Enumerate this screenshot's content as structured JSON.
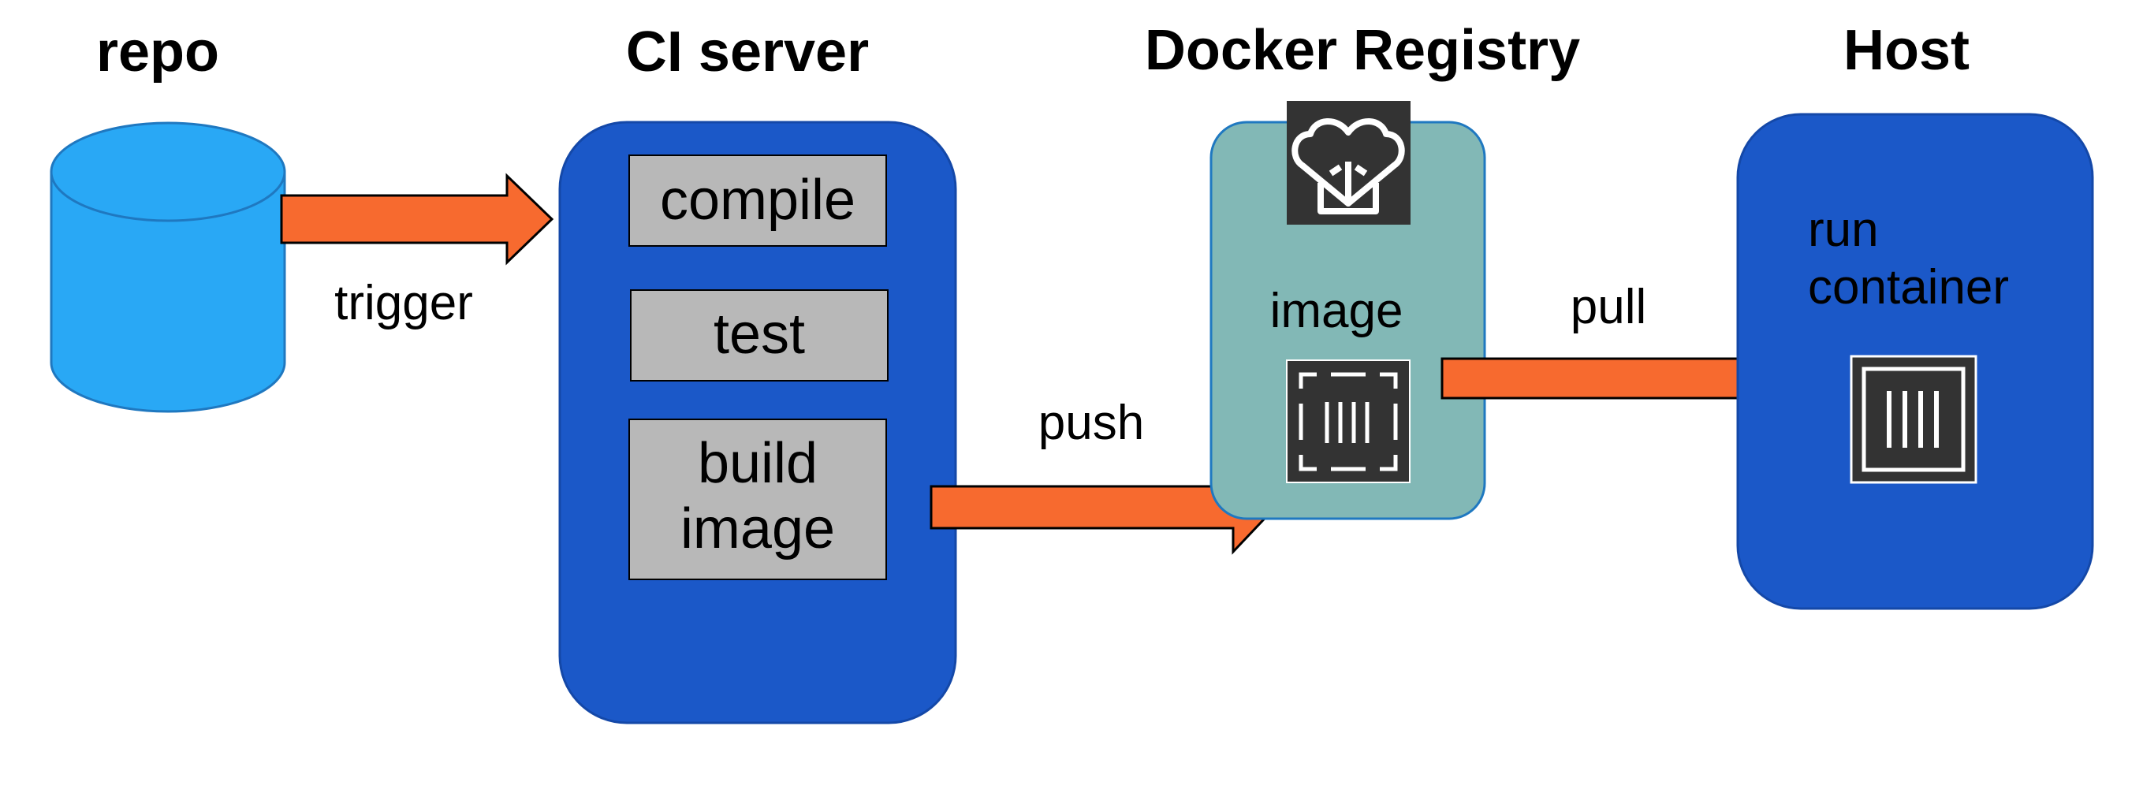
{
  "headings": {
    "repo": "repo",
    "ci_server": "CI server",
    "docker_registry": "Docker Registry",
    "host": "Host"
  },
  "ci_steps": {
    "compile": "compile",
    "test": "test",
    "build_line1": "build",
    "build_line2": "image"
  },
  "arrows": {
    "trigger": "trigger",
    "push": "push",
    "pull": "pull"
  },
  "registry": {
    "image_label": "image"
  },
  "host": {
    "run_line1": "run",
    "run_line2": "container"
  },
  "colors": {
    "repo_cylinder": "#29A8F5",
    "ci_server_box": "#1B58C8",
    "registry_box": "#82B8B6",
    "host_box": "#1B58C8",
    "arrow": "#F76A2F",
    "step_box": "#B8B8B8",
    "icon_bg": "#333333"
  },
  "icons": {
    "registry_logo": "docker-registry-icon",
    "image": "container-image-icon",
    "container": "container-icon"
  }
}
